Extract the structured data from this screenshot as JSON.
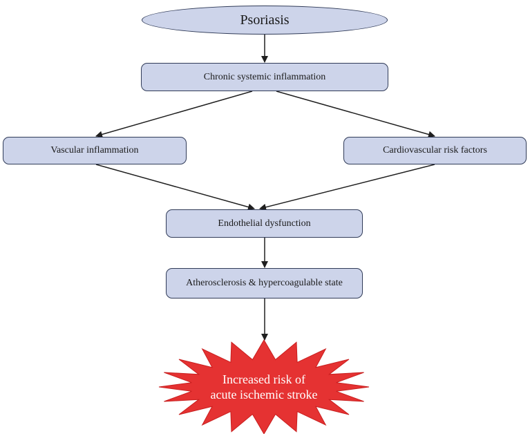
{
  "diagram": {
    "nodes": {
      "psoriasis": "Psoriasis",
      "chronic": "Chronic systemic inflammation",
      "vascular": "Vascular inflammation",
      "cardio": "Cardiovascular risk factors",
      "endothelial": "Endothelial dysfunction",
      "athero": "Atherosclerosis & hypercoagulable state",
      "stroke_line1": "Increased risk of",
      "stroke_line2": "acute ischemic stroke"
    },
    "edges": [
      {
        "from": "psoriasis",
        "to": "chronic"
      },
      {
        "from": "chronic",
        "to": "vascular"
      },
      {
        "from": "chronic",
        "to": "cardio"
      },
      {
        "from": "vascular",
        "to": "endothelial"
      },
      {
        "from": "cardio",
        "to": "endothelial"
      },
      {
        "from": "endothelial",
        "to": "athero"
      },
      {
        "from": "athero",
        "to": "stroke"
      }
    ],
    "colors": {
      "box_fill": "#cdd4ea",
      "box_stroke": "#2f3a57",
      "arrow": "#1f1f1f",
      "stroke_fill": "#e53232",
      "stroke_text": "#ffffff"
    }
  }
}
